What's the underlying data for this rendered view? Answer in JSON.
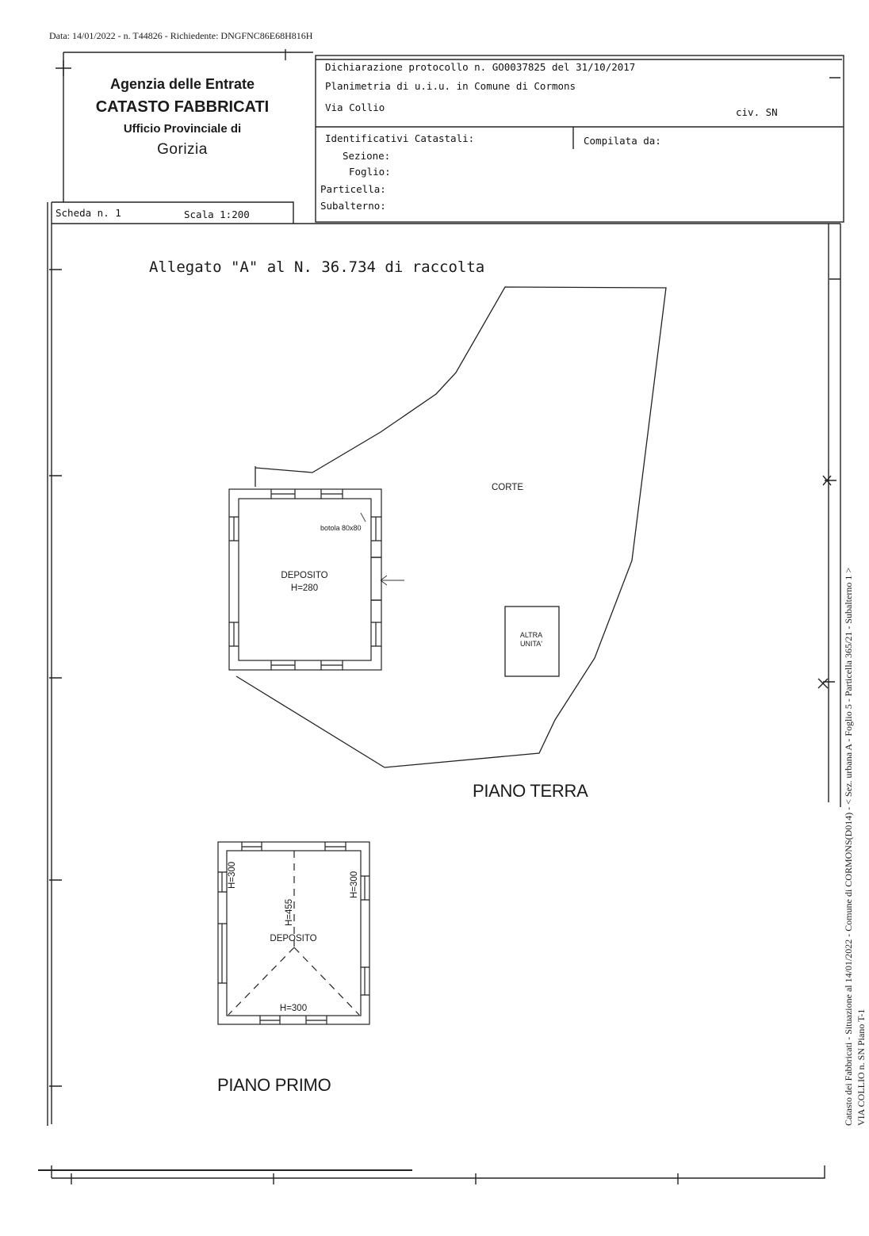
{
  "top_line": "Data: 14/01/2022 - n. T44826 - Richiedente: DNGFNC86E68H816H",
  "header": {
    "agency": "Agenzia delle Entrate",
    "catasto": "CATASTO FABBRICATI",
    "ufficio": "Ufficio Provinciale di",
    "city": "Gorizia",
    "dichiarazione": "Dichiarazione protocollo n. GO0037825 del 31/10/2017",
    "planimetria": "Planimetria di u.i.u. in Comune di Cormons",
    "via": "Via Collio",
    "civ": "civ. SN",
    "identificativi": "Identificativi Catastali:",
    "compilata": "Compilata da:",
    "sezione": "Sezione:",
    "foglio": "Foglio:",
    "particella": "Particella:",
    "subalterno": "Subalterno:",
    "scheda": "Scheda n. 1",
    "scala": "Scala 1:200"
  },
  "allegato": "Allegato \"A\" al N. 36.734 di raccolta",
  "ground_floor": {
    "title": "PIANO TERRA",
    "corte": "CORTE",
    "botola": "botola 80x80",
    "room": "DEPOSITO",
    "height": "H=280",
    "altra_line1": "ALTRA",
    "altra_line2": "UNITA'"
  },
  "first_floor": {
    "title": "PIANO PRIMO",
    "room": "DEPOSITO",
    "h_left": "H=300",
    "h_right": "H=300",
    "h_center": "H=455",
    "h_bottom": "H=300"
  },
  "side": {
    "line1": "Catasto dei Fabbricati - Situazione al 14/01/2022 - Comune di CORMONS(D014) - < Sez. urbana A - Foglio 5 - Particella 365/21 - Subalterno 1 >",
    "line2": "VIA COLLIO n. SN Piano T-1"
  }
}
